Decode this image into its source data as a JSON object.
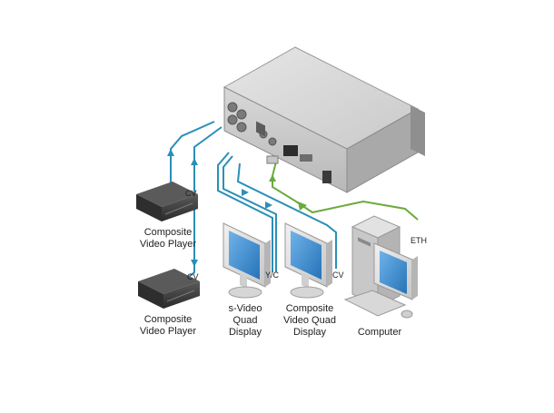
{
  "labels": {
    "player1_line1": "Composite",
    "player1_line2": "Video Player",
    "player2_line1": "Composite",
    "player2_line2": "Video Player",
    "svideo_line1": "s-Video",
    "svideo_line2": "Quad",
    "svideo_line3": "Display",
    "composite_display_line1": "Composite",
    "composite_display_line2": "Video Quad",
    "composite_display_line3": "Display",
    "computer": "Computer"
  },
  "tags": {
    "cv_player1": "CV",
    "cv_player2": "CV",
    "yc": "Y/C",
    "cv_display": "CV",
    "eth": "ETH"
  },
  "colors": {
    "video_cable": "#2a8fb8",
    "ethernet_cable": "#6aab3c",
    "device_body": "#d2d2d2",
    "screen": "#3d8fd1",
    "player_body": "#3a3a3a"
  }
}
